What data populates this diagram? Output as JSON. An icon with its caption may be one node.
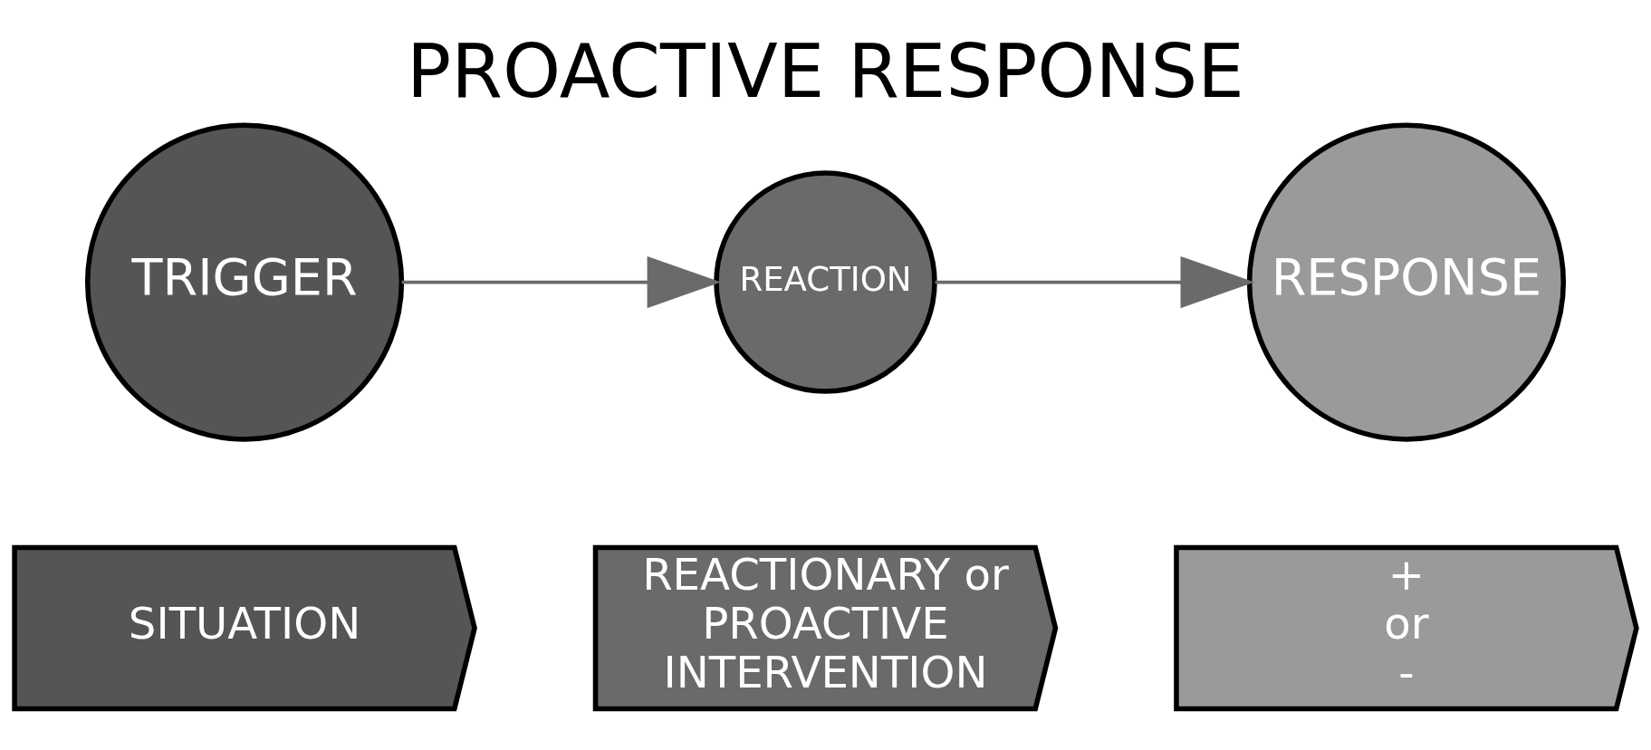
{
  "diagram": {
    "title": "PROACTIVE RESPONSE",
    "nodes": [
      {
        "text": [
          "TRIGGER"
        ]
      },
      {
        "text": [
          "REACTION"
        ]
      },
      {
        "text": [
          "RESPONSE"
        ]
      },
      {
        "text": [
          "SITUATION"
        ]
      },
      {
        "text": [
          "REACTIONARY or PROACTIVE INTERVENTION"
        ]
      },
      {
        "text": [
          "+",
          "or",
          "-"
        ]
      }
    ],
    "edges": [
      {
        "from": 0,
        "to": 1,
        "arrow": "to"
      },
      {
        "from": 1,
        "to": 2,
        "arrow": "to"
      }
    ]
  }
}
